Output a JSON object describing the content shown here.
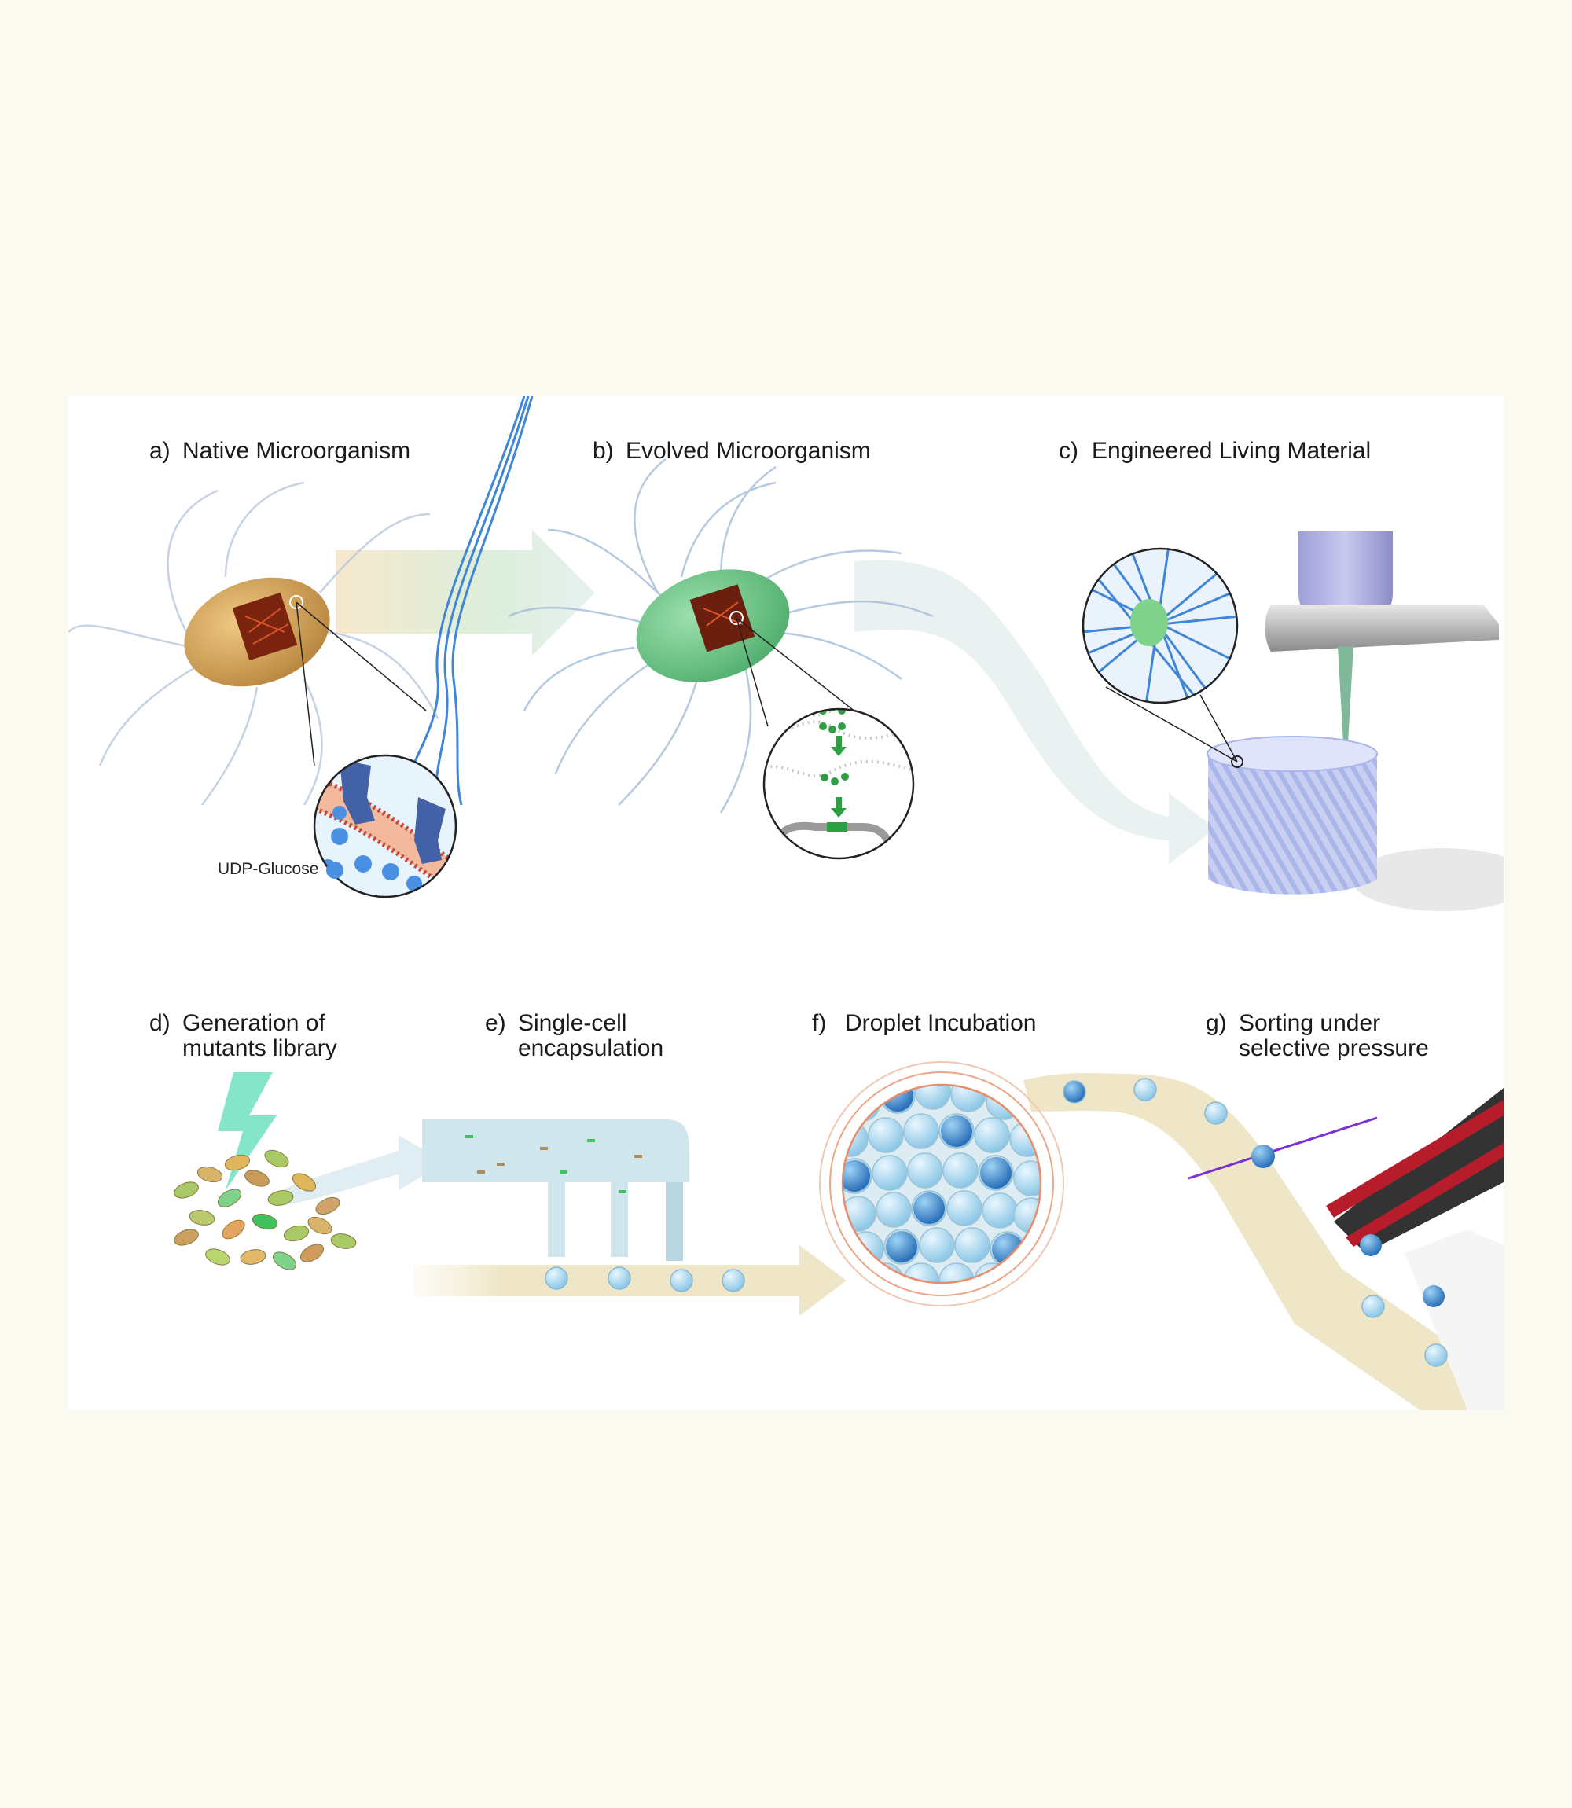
{
  "panels": {
    "a": {
      "prefix": "a)",
      "title": "Native Microorganism"
    },
    "b": {
      "prefix": "b)",
      "title": "Evolved Microorganism"
    },
    "c": {
      "prefix": "c)",
      "title": "Engineered Living Material"
    },
    "d": {
      "prefix": "d)",
      "title_line1": "Generation of",
      "title_line2": "mutants library"
    },
    "e": {
      "prefix": "e)",
      "title_line1": "Single-cell",
      "title_line2": "encapsulation"
    },
    "f": {
      "prefix": "f)",
      "title": "Droplet Incubation"
    },
    "g": {
      "prefix": "g)",
      "title_line1": "Sorting under",
      "title_line2": "selective pressure"
    }
  },
  "annotations": {
    "udp_glucose": "UDP-Glucose"
  },
  "colors": {
    "native_cell": "#d9a95c",
    "evolved_cell": "#7ccf94",
    "fiber_blue": "#4a8fe0",
    "dna_green": "#2ea043",
    "membrane_red": "#c7473b",
    "droplet_blue": "#5ba8d8",
    "channel_beige": "#efe6c8",
    "laser_purple": "#7a2fd6"
  }
}
